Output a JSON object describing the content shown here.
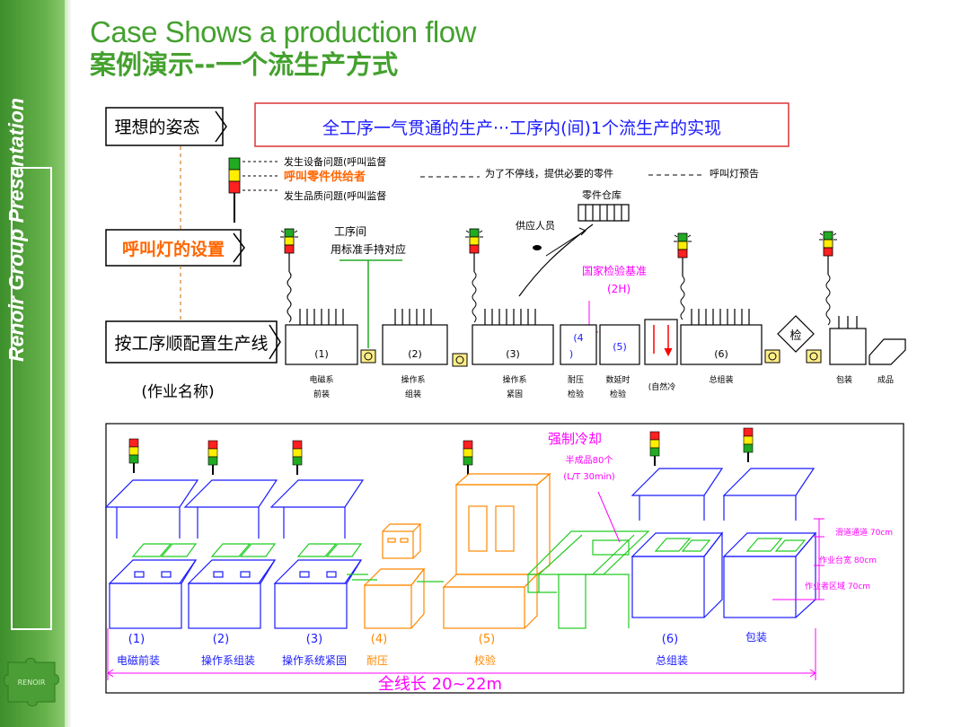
{
  "slide": {
    "title_en": "Case Shows a production flow",
    "title_cn": "案例演示--一个流生产方式",
    "sidebar_text": "Renoir Group Presentation",
    "logo_text": "RENOIR"
  },
  "top_diagram": {
    "label_ideal": "理想的姿态",
    "ideal_text": "全工序一气贯通的生产···工序内(间)1个流生产的实现",
    "label_lamp": "呼叫灯的设置",
    "label_line": "按工序顺配置生产线",
    "label_job": "(作业名称)",
    "legend_top": "发生设备问题(呼叫监督",
    "legend_mid": "呼叫零件供给者",
    "legend_bot": "发生品质问题(呼叫监督",
    "supply_note": "为了不停线，提供必要的零件",
    "lamp_warning": "呼叫灯预告",
    "parts_store": "零件仓库",
    "supplier": "供应人员",
    "between_line1": "工序间",
    "between_line2": "用标准手持对应",
    "national_std": "国家检验基准",
    "std_time": "(2H)",
    "inspect_mark": "检",
    "stations": [
      {
        "num": "(1)",
        "name1": "电磁系",
        "name2": "前装"
      },
      {
        "num": "(2)",
        "name1": "操作系",
        "name2": "组装"
      },
      {
        "num": "(3)",
        "name1": "操作系",
        "name2": "紧固"
      },
      {
        "num": "(4",
        "num2": ")",
        "name1": "耐压",
        "name2": "检验"
      },
      {
        "num": "(5)",
        "name1": "数延时",
        "name2": "检验"
      },
      {
        "num": "",
        "name1": "(自然冷",
        "name2": ""
      },
      {
        "num": "(6)",
        "name1": "总组装",
        "name2": ""
      },
      {
        "num": "",
        "name1": "包装",
        "name2": ""
      },
      {
        "num": "",
        "name1": "成品",
        "name2": ""
      }
    ]
  },
  "bottom_diagram": {
    "cooling_title": "强制冷却",
    "cooling_sub1": "半成品80个",
    "cooling_sub2": "(L/T 30min)",
    "dim1": "滑道通道 70cm",
    "dim2": "作业台宽 80cm",
    "dim3": "作业者区域 70cm",
    "total_length": "全线长 20~22m",
    "stations": [
      {
        "num": "(1)",
        "name": "电磁前装"
      },
      {
        "num": "(2)",
        "name": "操作系组装"
      },
      {
        "num": "(3)",
        "name": "操作系统紧固"
      },
      {
        "num": "(4)",
        "name": "耐压"
      },
      {
        "num": "(5)",
        "name": "校验"
      },
      {
        "num": "(6)",
        "name": "总组装"
      },
      {
        "num": "",
        "name": "包装"
      }
    ]
  },
  "colors": {
    "green_title": "#44a12e",
    "blue_line": "#1a1aff",
    "orange": "#ff8800",
    "bright_green": "#22cc22",
    "magenta": "#ff00ff"
  }
}
